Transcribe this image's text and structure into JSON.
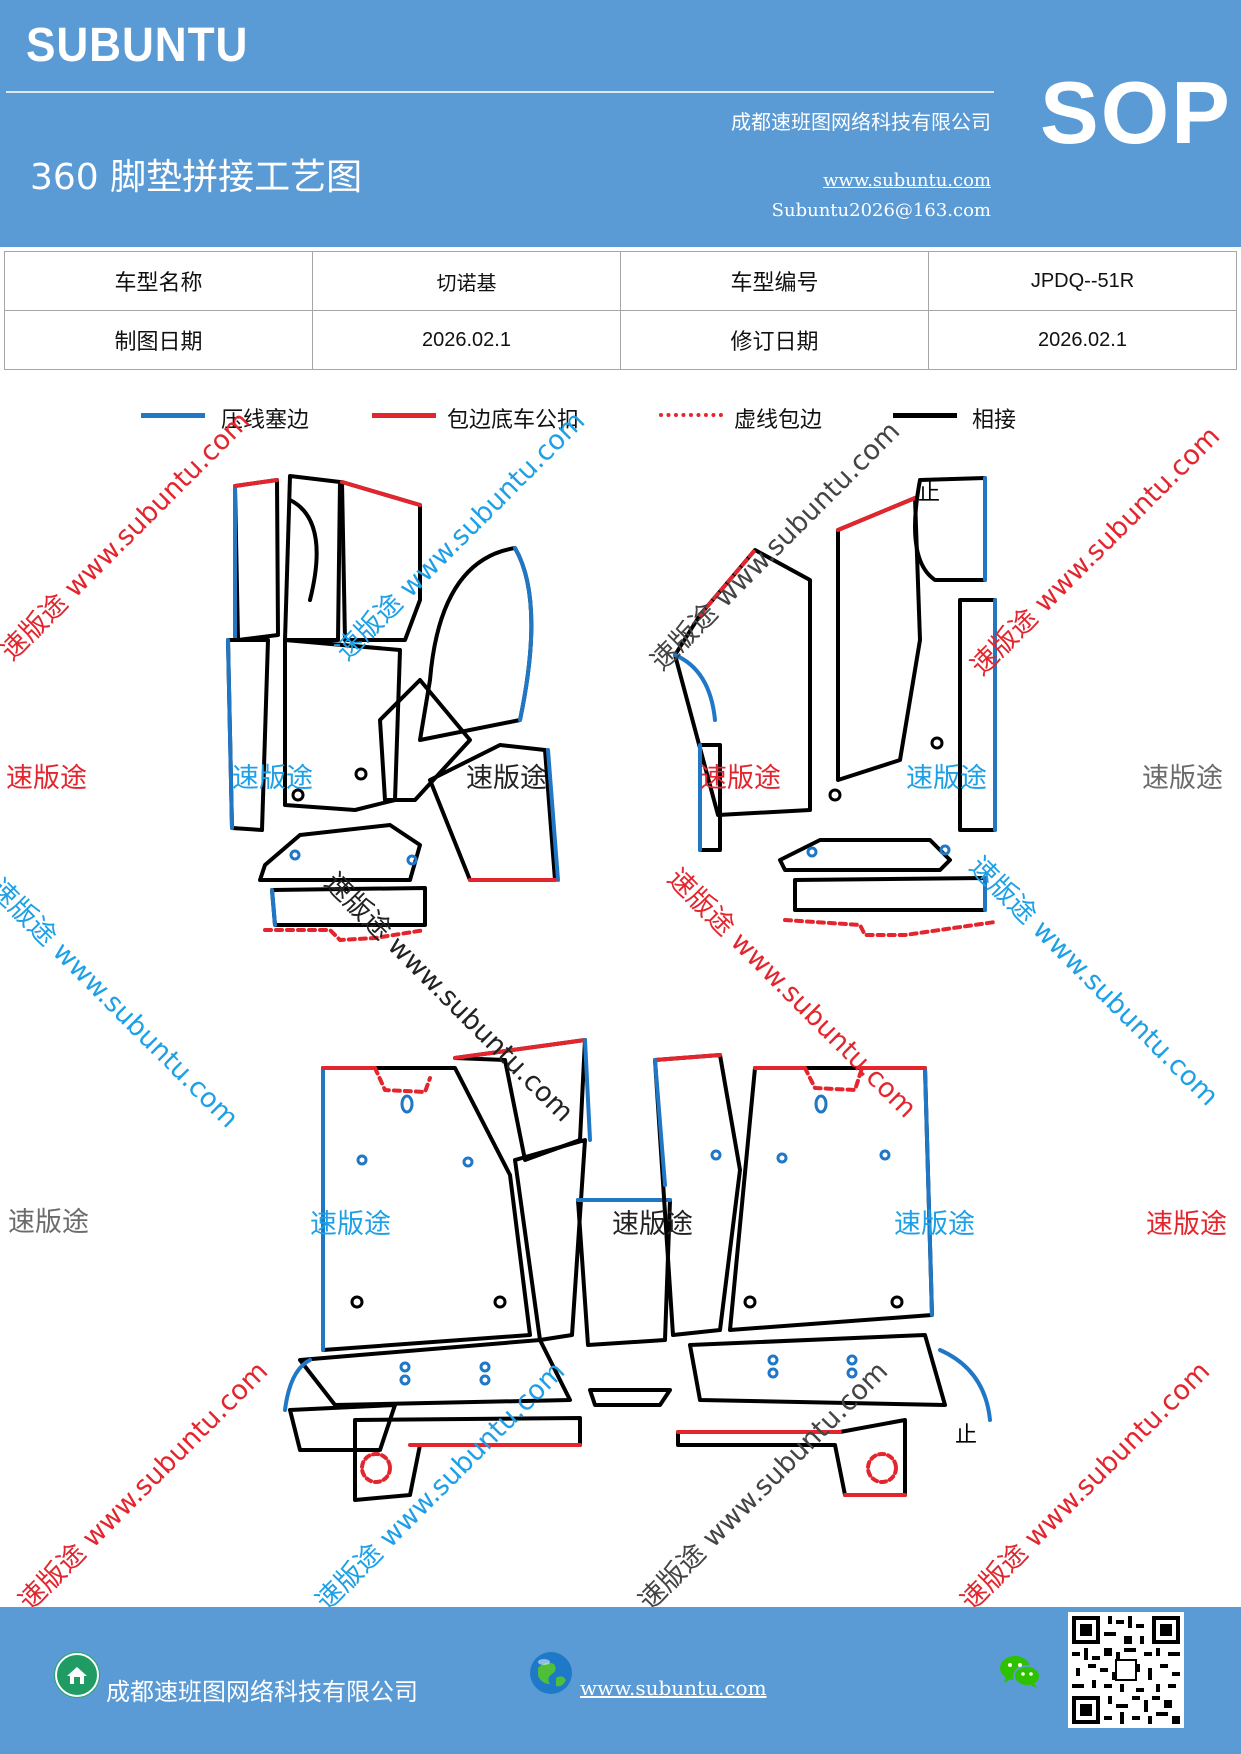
{
  "header": {
    "brand": "SUBUNTU",
    "badge": "SOP",
    "title": "360 脚垫拼接工艺图",
    "company": "成都速班图网络科技有限公司",
    "website": "www.subuntu.com",
    "email": "Subuntu2026@163.com"
  },
  "info_table": {
    "rows": [
      [
        "车型名称",
        "切诺基",
        "车型编号",
        "JPDQ--51R"
      ],
      [
        "制图日期",
        "2026.02.1",
        "修订日期",
        "2026.02.1"
      ]
    ]
  },
  "legend": [
    {
      "label": "压线塞边",
      "color": "#1f77c6",
      "style": "solid"
    },
    {
      "label": "包边底车公扣",
      "color": "#e3262e",
      "style": "solid"
    },
    {
      "label": "虚线包边",
      "color": "#e3262e",
      "style": "dashed"
    },
    {
      "label": "相接",
      "color": "#000000",
      "style": "solid"
    }
  ],
  "watermarks": {
    "brand_text": "速版途",
    "diagonal_text": "速版途 www.subuntu.com",
    "colors": {
      "red": "#e3262e",
      "blue": "#1ea0e6",
      "gray": "#6b6b6b",
      "black": "#222222"
    }
  },
  "diagram_marks": {
    "stop_mark": "止"
  },
  "footer": {
    "company": "成都速班图网络科技有限公司",
    "website": "www.subuntu.com"
  },
  "colors": {
    "header_bg": "#5b9bd5",
    "blue_edge": "#1f77c6",
    "red_edge": "#e3262e"
  }
}
